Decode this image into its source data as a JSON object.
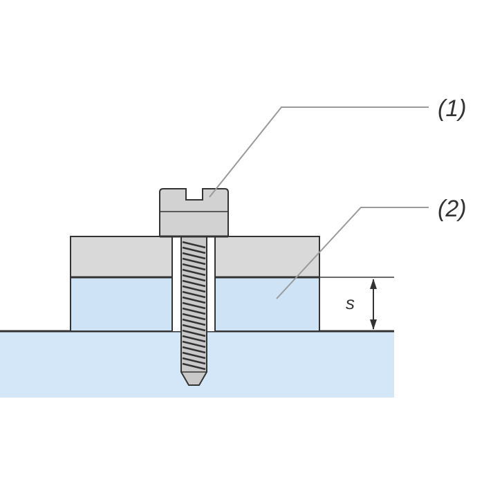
{
  "callouts": [
    {
      "label": "(1)"
    },
    {
      "label": "(2)"
    }
  ],
  "dimension": {
    "label": "s"
  },
  "colors": {
    "background": "#ffffff",
    "substrate_fill": "#d3e7f9",
    "spacer_fill": "#cfe3f6",
    "plate_fill": "#d9d9d9",
    "screw_fill": "#c9c9c9",
    "outline": "#333333",
    "leader": "#9a9a9a"
  }
}
